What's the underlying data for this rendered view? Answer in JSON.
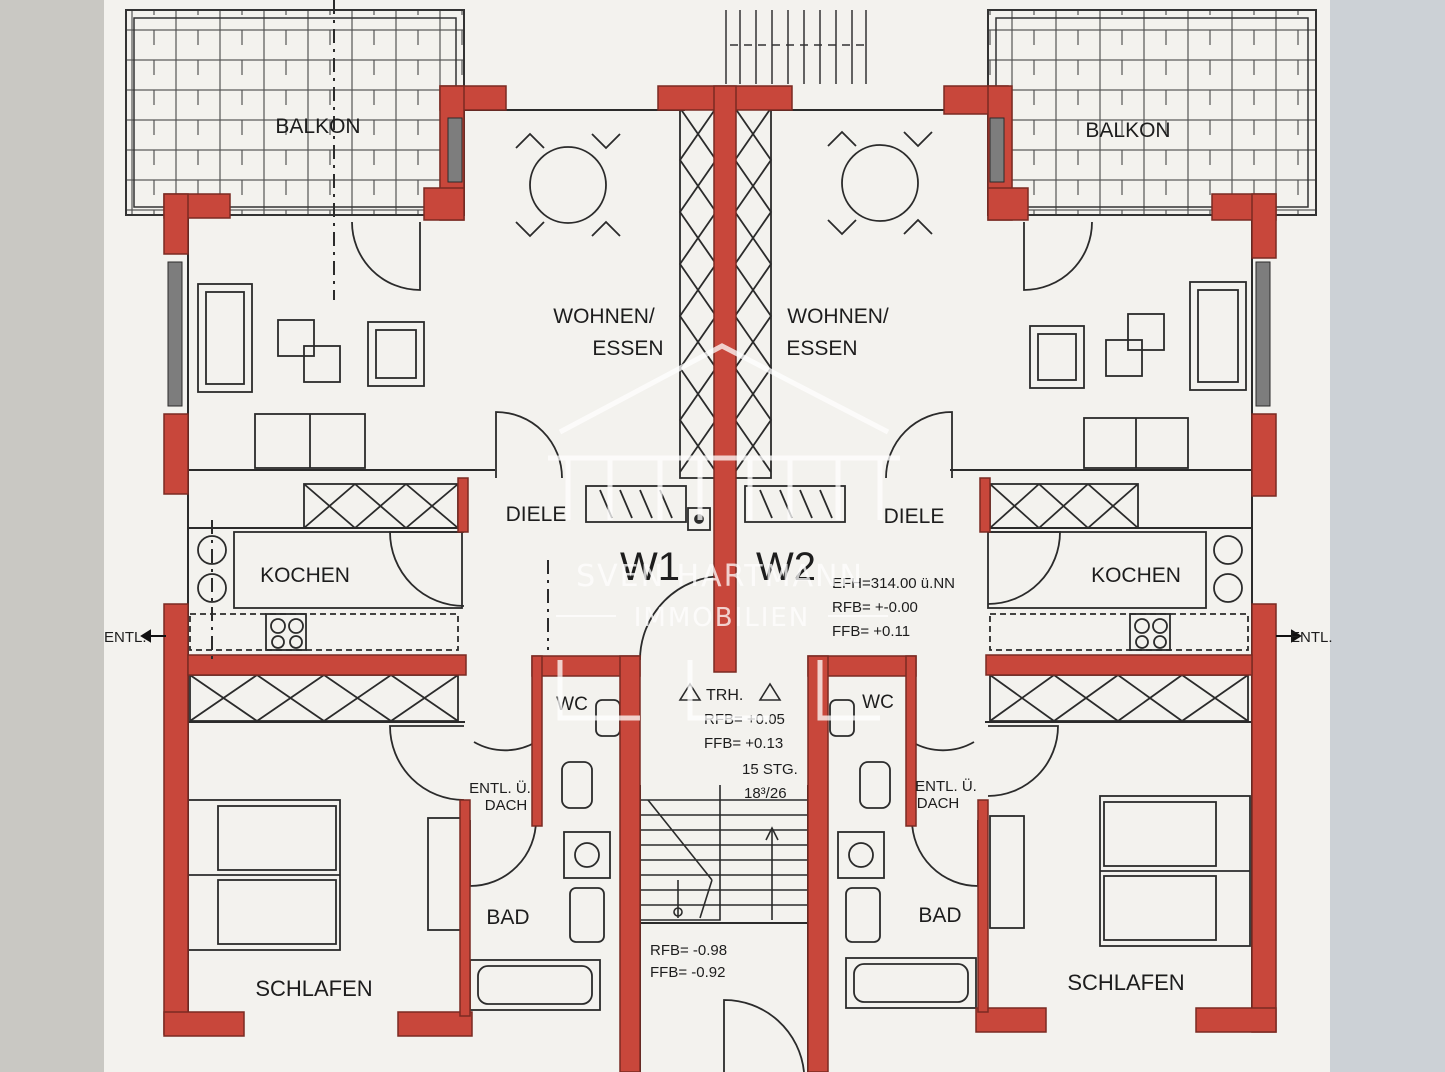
{
  "rooms": {
    "balkon_left": "BALKON",
    "balkon_right": "BALKON",
    "wohnen_left_1": "WOHNEN/",
    "wohnen_left_2": "ESSEN",
    "wohnen_right_1": "WOHNEN/",
    "wohnen_right_2": "ESSEN",
    "diele_left": "DIELE",
    "diele_right": "DIELE",
    "kochen_left": "KOCHEN",
    "kochen_right": "KOCHEN",
    "wc_left": "WC",
    "wc_right": "WC",
    "bad_left": "BAD",
    "bad_right": "BAD",
    "schlafen_left": "SCHLAFEN",
    "schlafen_right": "SCHLAFEN",
    "entl_dach_left_1": "ENTL. Ü.",
    "entl_dach_left_2": "DACH",
    "entl_dach_right_1": "ENTL. Ü.",
    "entl_dach_right_2": "DACH"
  },
  "units": {
    "w1": "W1",
    "w2": "W2"
  },
  "vents": {
    "left": "ENTL.",
    "right": "ENTL."
  },
  "levels": {
    "efh": "EFH=314.00 ü.NN",
    "rfb_top": "RFB= +-0.00",
    "ffb_top": "FFB=  +0.11",
    "trh": "TRH.",
    "rfb_trh": "RFB= +0.05",
    "ffb_trh": "FFB= +0.13",
    "stg": "15 STG.",
    "steigung": "18³/26",
    "rfb_bottom": "RFB= -0.98",
    "ffb_bottom": "FFB= -0.92"
  },
  "watermark": {
    "line1": "SVEN HARTMANN",
    "line2": "IMMOBILIEN"
  },
  "colors": {
    "wall": "#c8473b",
    "wall_edge": "#7a2a22",
    "line": "#2b2b2b",
    "paper": "#f3f2ee"
  }
}
